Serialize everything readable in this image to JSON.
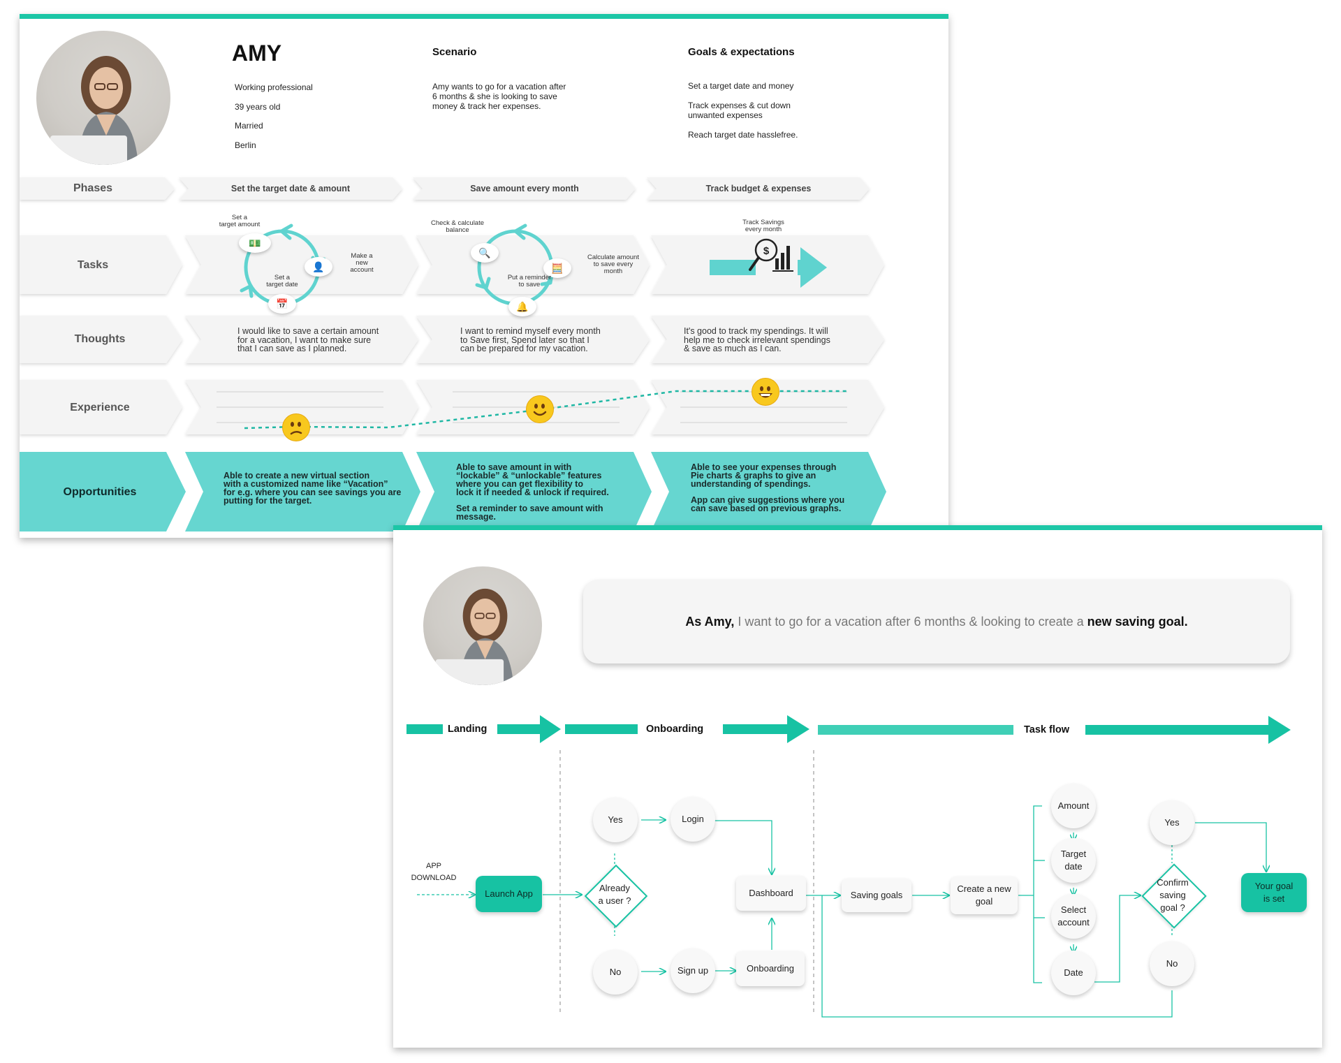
{
  "persona": {
    "name": "AMY",
    "details": [
      "Working professional",
      "39 years old",
      "Married",
      "Berlin"
    ]
  },
  "scenario": {
    "title": "Scenario",
    "lines": [
      "Amy wants to go for a vacation after",
      "6 months & she is looking to save",
      "money & track her expenses."
    ]
  },
  "goals": {
    "title": "Goals & expectations",
    "items": [
      [
        "Set a target date and money"
      ],
      [
        "Track expenses & cut down",
        "unwanted expenses"
      ],
      [
        "Reach target date hasslefree."
      ]
    ]
  },
  "rows": {
    "phases": "Phases",
    "tasks": "Tasks",
    "thoughts": "Thoughts",
    "experience": "Experience",
    "opportunities": "Opportunities"
  },
  "phases": [
    "Set the target date & amount",
    "Save amount every month",
    "Track budget & expenses"
  ],
  "tasks": {
    "phase1": {
      "top": [
        "Set a",
        "target amount"
      ],
      "right": [
        "Make a",
        "new",
        "account"
      ],
      "bottom": [
        "Set a",
        "target date"
      ]
    },
    "phase2": {
      "top": [
        "Check & calculate",
        "balance"
      ],
      "right": [
        "Calculate amount",
        "to save every",
        "month"
      ],
      "bottom": [
        "Put a reminder",
        "to save"
      ]
    },
    "phase3": {
      "top": [
        "Track Savings",
        "every month"
      ]
    }
  },
  "thoughts": [
    [
      "I would like to save a certain amount",
      "for a vacation, I want to make sure",
      "that I can save as I planned."
    ],
    [
      "I want to remind myself every month",
      "to Save first, Spend later so that I",
      "can be prepared for my vacation."
    ],
    [
      "It's good to track my spendings. It will",
      "help me to check irrelevant spendings",
      "& save as much as I can."
    ]
  ],
  "opportunities": [
    [
      "Able to create a new virtual section",
      "with a customized name like “Vacation”",
      "for e.g. where you can see savings you are",
      "putting for the target."
    ],
    [
      "Able to save amount in with",
      "“lockable” & “unlockable” features",
      "where you can get flexibility to",
      "lock it if needed & unlock if required.",
      "",
      "Set a reminder to save amount with",
      "message."
    ],
    [
      "Able to see your expenses through",
      "Pie charts & graphs to give an",
      "understanding of spendings.",
      "",
      "App can give suggestions where you",
      "can save based on previous graphs."
    ]
  ],
  "story": {
    "lead": "As Amy,",
    "middle": " I want to go for a vacation after 6 months & looking to create a ",
    "emph": "new saving goal."
  },
  "stages": [
    "Landing",
    "Onboarding",
    "Task flow"
  ],
  "flow": {
    "app_download": [
      "APP",
      "DOWNLOAD"
    ],
    "launch_app": "Launch App",
    "already_user": [
      "Already",
      "a user ?"
    ],
    "yes": "Yes",
    "no": "No",
    "login": "Login",
    "sign_up": "Sign up",
    "onboarding": "Onboarding",
    "dashboard": "Dashboard",
    "saving_goals": "Saving goals",
    "create_goal": [
      "Create a new",
      "goal"
    ],
    "amount": "Amount",
    "target_date": [
      "Target",
      "date"
    ],
    "select_account": [
      "Select",
      "account"
    ],
    "date": "Date",
    "confirm": [
      "Confirm",
      "saving",
      "goal ?"
    ],
    "confirm_yes": "Yes",
    "confirm_no": "No",
    "goal_set": [
      "Your goal",
      "is set"
    ]
  },
  "colors": {
    "teal": "#17c2a3",
    "teal_light": "#66d6d0",
    "grey_band": "#f4f4f4"
  }
}
